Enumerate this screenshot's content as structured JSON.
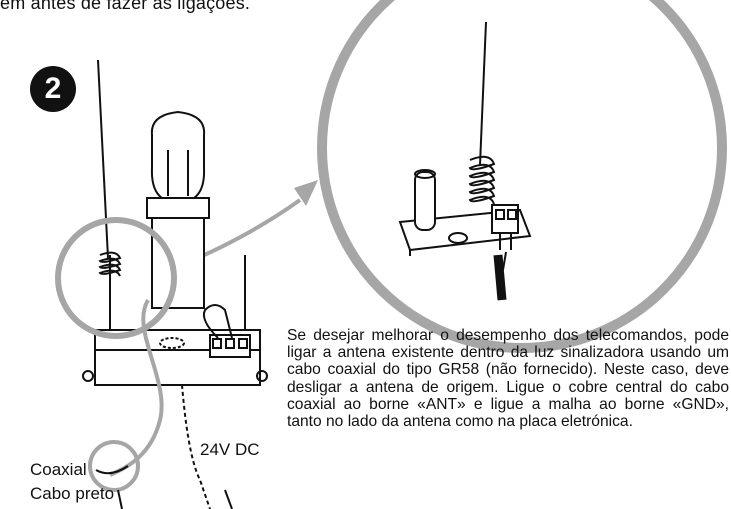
{
  "header": {
    "text": "em antes de fazer as ligações."
  },
  "step": {
    "number": "2"
  },
  "description": {
    "paragraph": "Se desejar melhorar o desempenho dos telecomandos, pode ligar a antena existente dentro da luz sinalizadora usando um cabo coaxial do tipo GR58 (não fornecido). Neste caso, deve desligar a antena de origem. Ligue o cobre central do cabo coaxial ao borne «ANT» e ligue a malha ao borne «GND», tanto no lado da antena como na placa eletrónica."
  },
  "labels": {
    "power": "24V DC",
    "coaxial": "Coaxial",
    "black_cable": "Cabo preto"
  },
  "colors": {
    "callout_gray": "#a6a6a6",
    "ink": "#111111"
  }
}
